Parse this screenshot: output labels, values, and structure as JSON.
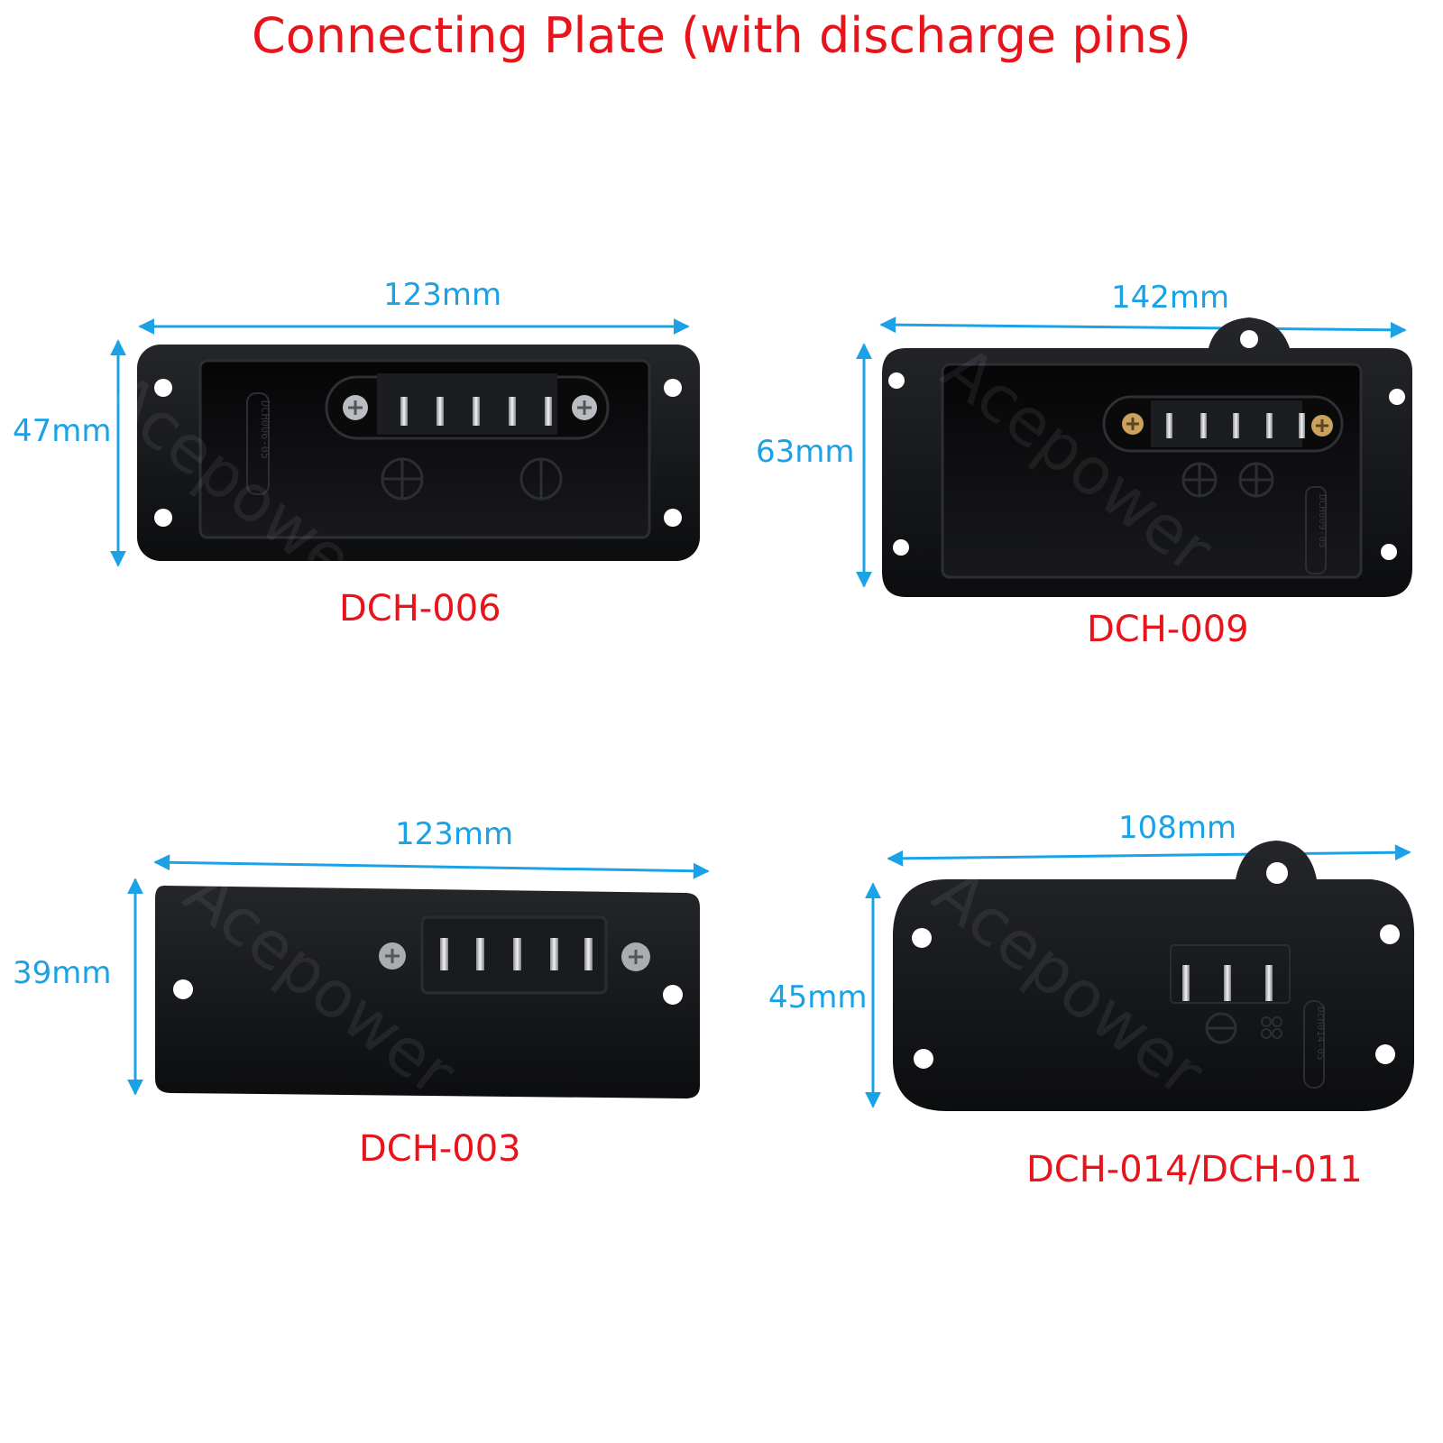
{
  "title": "Connecting Plate (with discharge pins)",
  "colors": {
    "title": "#e8141c",
    "dimension": "#1ba1e6",
    "model_label": "#e8141c",
    "plate": "#111214"
  },
  "products": [
    {
      "model": "DCH-006",
      "width": "123mm",
      "height": "47mm",
      "mold_text": "DCH006-05"
    },
    {
      "model": "DCH-009",
      "width": "142mm",
      "height": "63mm",
      "mold_text": "DCH009-05"
    },
    {
      "model": "DCH-003",
      "width": "123mm",
      "height": "39mm"
    },
    {
      "model": "DCH-014/DCH-011",
      "width": "108mm",
      "height": "45mm",
      "mold_text": "Dch014-05"
    }
  ],
  "watermark": "Acepower"
}
